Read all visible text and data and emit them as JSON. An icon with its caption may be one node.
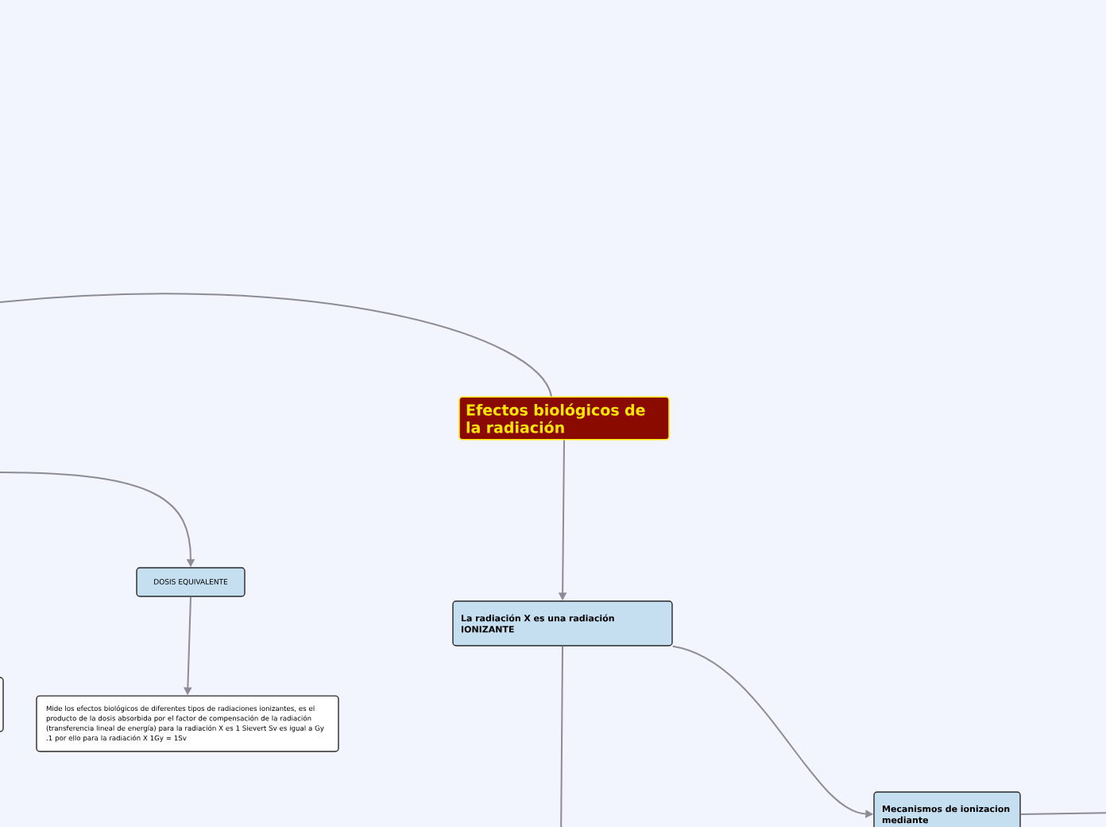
{
  "diagram": {
    "nodes": [
      {
        "text": [
          "Efectos biológicos de la radiación"
        ]
      },
      {
        "text": [
          "DOSIS EQUIVALENTE"
        ]
      },
      {
        "text": [
          "La radiación X es una radiación IONIZANTE"
        ]
      },
      {
        "text": [
          "Mide los efectos biológicos de diferentes tipos de radiaciones ionizantes, es el producto de la dosis absorbida por el factor de compensación de la radiación (transferencia lineal de energía) para la radiación X es 1 Sievert Sv  es igual a Gy .1   por ello para la radiación X  1Gy = 1Sv"
        ]
      },
      {
        "text": [
          "Mecanismos de ionizacion mediante"
        ]
      },
      {
        "text": [],
        "shape": "box"
      }
    ],
    "edges": [
      {
        "from": 0,
        "to": null,
        "arrow": "none"
      },
      {
        "from": null,
        "to": 1,
        "arrow": "to"
      },
      {
        "from": 0,
        "to": 2,
        "arrow": "to"
      },
      {
        "from": 1,
        "to": 3,
        "arrow": "to"
      },
      {
        "from": 2,
        "to": 4,
        "arrow": "to"
      },
      {
        "from": 2,
        "to": null,
        "arrow": "none"
      },
      {
        "from": 4,
        "to": null,
        "arrow": "none"
      }
    ]
  }
}
